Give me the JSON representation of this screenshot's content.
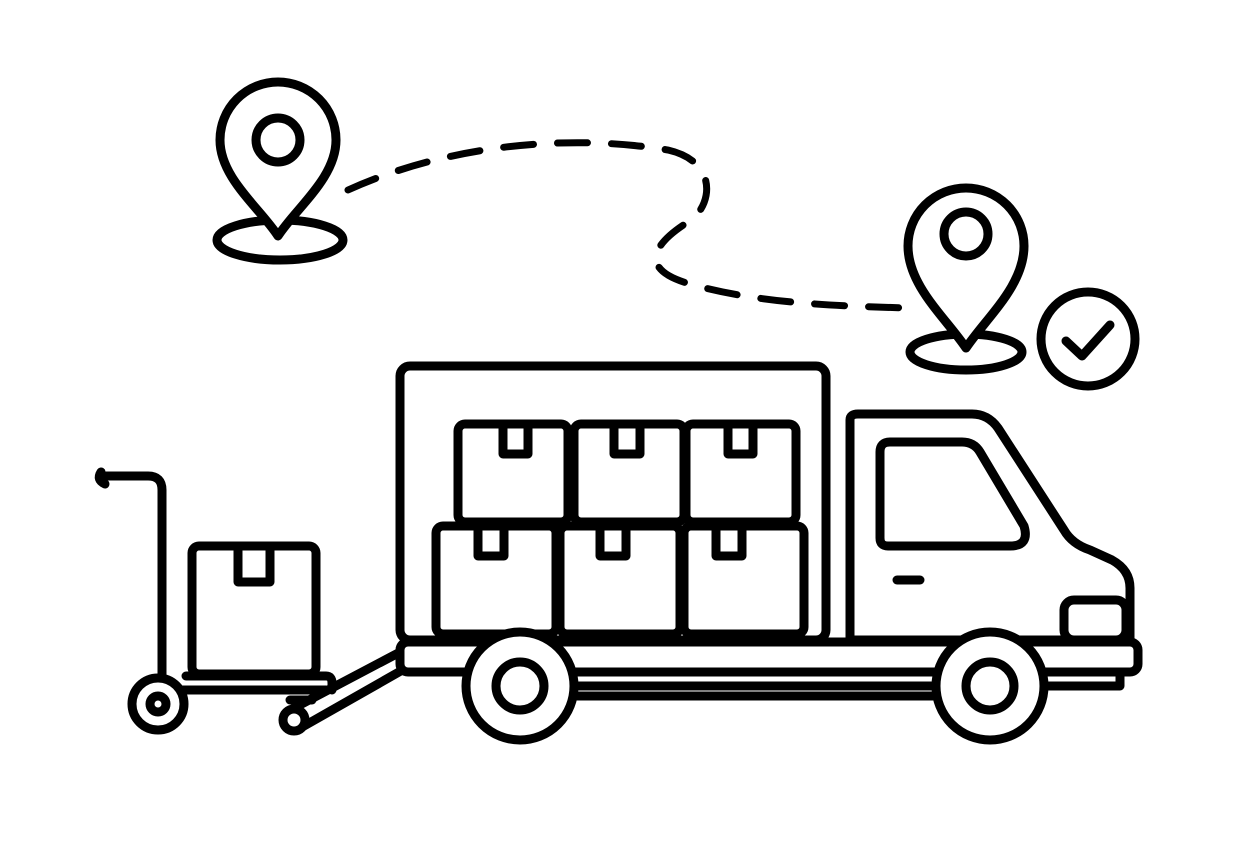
{
  "illustration": {
    "subject": "delivery-truck-route-line-art",
    "colors": {
      "stroke": "#000000",
      "background": "#ffffff"
    },
    "icons": [
      "origin-location-pin-icon",
      "destination-location-pin-icon",
      "checkmark-circle-icon",
      "delivery-truck-icon",
      "hand-truck-icon",
      "cardboard-box-icon"
    ],
    "truck_cargo_boxes": 6,
    "hand_truck_boxes": 1
  }
}
